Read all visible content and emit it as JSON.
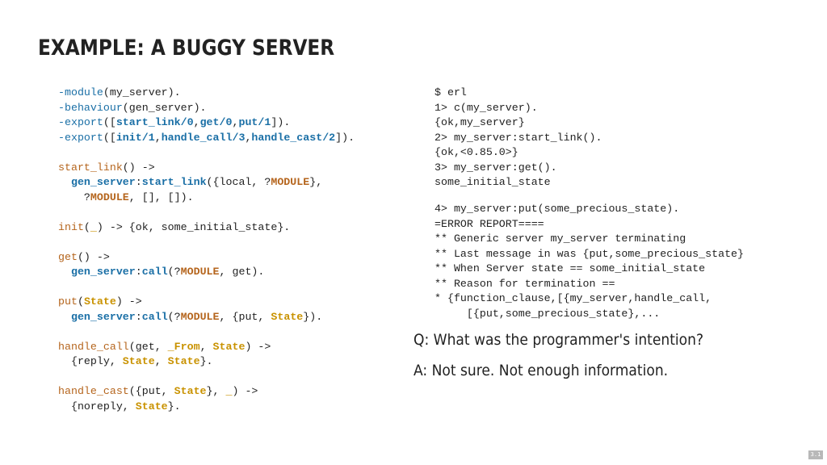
{
  "slide": {
    "title": "EXAMPLE: A BUGGY SERVER",
    "page_number": "3.1"
  },
  "code_left": [
    [
      {
        "t": "-module",
        "c": "attr"
      },
      {
        "t": "(my_server)."
      }
    ],
    [
      {
        "t": "-behaviour",
        "c": "attr"
      },
      {
        "t": "(gen_server)."
      }
    ],
    [
      {
        "t": "-export",
        "c": "attr"
      },
      {
        "t": "(["
      },
      {
        "t": "start_link/0",
        "c": "atomb"
      },
      {
        "t": ","
      },
      {
        "t": "get/0",
        "c": "atomb"
      },
      {
        "t": ","
      },
      {
        "t": "put/1",
        "c": "atomb"
      },
      {
        "t": "])."
      }
    ],
    [
      {
        "t": "-export",
        "c": "attr"
      },
      {
        "t": "(["
      },
      {
        "t": "init/1",
        "c": "atomb"
      },
      {
        "t": ","
      },
      {
        "t": "handle_call/3",
        "c": "atomb"
      },
      {
        "t": ","
      },
      {
        "t": "handle_cast/2",
        "c": "atomb"
      },
      {
        "t": "])."
      }
    ],
    [],
    [
      {
        "t": "start_link",
        "c": "fn"
      },
      {
        "t": "() ->"
      }
    ],
    [
      {
        "t": "  "
      },
      {
        "t": "gen_server",
        "c": "call"
      },
      {
        "t": ":"
      },
      {
        "t": "start_link",
        "c": "call"
      },
      {
        "t": "({local, ?"
      },
      {
        "t": "MODULE",
        "c": "macro"
      },
      {
        "t": "},"
      }
    ],
    [
      {
        "t": "    ?"
      },
      {
        "t": "MODULE",
        "c": "macro"
      },
      {
        "t": ", [], [])."
      }
    ],
    [],
    [
      {
        "t": "init",
        "c": "fn"
      },
      {
        "t": "("
      },
      {
        "t": "_",
        "c": "var"
      },
      {
        "t": ") -> {ok, some_initial_state}."
      }
    ],
    [],
    [
      {
        "t": "get",
        "c": "fn"
      },
      {
        "t": "() ->"
      }
    ],
    [
      {
        "t": "  "
      },
      {
        "t": "gen_server",
        "c": "call"
      },
      {
        "t": ":"
      },
      {
        "t": "call",
        "c": "call"
      },
      {
        "t": "(?"
      },
      {
        "t": "MODULE",
        "c": "macro"
      },
      {
        "t": ", get)."
      }
    ],
    [],
    [
      {
        "t": "put",
        "c": "fn"
      },
      {
        "t": "("
      },
      {
        "t": "State",
        "c": "var"
      },
      {
        "t": ") ->"
      }
    ],
    [
      {
        "t": "  "
      },
      {
        "t": "gen_server",
        "c": "call"
      },
      {
        "t": ":"
      },
      {
        "t": "call",
        "c": "call"
      },
      {
        "t": "(?"
      },
      {
        "t": "MODULE",
        "c": "macro"
      },
      {
        "t": ", {put, "
      },
      {
        "t": "State",
        "c": "var"
      },
      {
        "t": "})."
      }
    ],
    [],
    [
      {
        "t": "handle_call",
        "c": "fn"
      },
      {
        "t": "(get, "
      },
      {
        "t": "_From",
        "c": "var"
      },
      {
        "t": ", "
      },
      {
        "t": "State",
        "c": "var"
      },
      {
        "t": ") ->"
      }
    ],
    [
      {
        "t": "  {reply, "
      },
      {
        "t": "State",
        "c": "var"
      },
      {
        "t": ", "
      },
      {
        "t": "State",
        "c": "var"
      },
      {
        "t": "}."
      }
    ],
    [],
    [
      {
        "t": "handle_cast",
        "c": "fn"
      },
      {
        "t": "({put, "
      },
      {
        "t": "State",
        "c": "var"
      },
      {
        "t": "}, "
      },
      {
        "t": "_",
        "c": "var"
      },
      {
        "t": ") ->"
      }
    ],
    [
      {
        "t": "  {noreply, "
      },
      {
        "t": "State",
        "c": "var"
      },
      {
        "t": "}."
      }
    ]
  ],
  "shell_session": [
    "$ erl",
    "1> c(my_server).",
    "{ok,my_server}",
    "2> my_server:start_link().",
    "{ok,<0.85.0>}",
    "3> my_server:get().",
    "some_initial_state"
  ],
  "crash_report": [
    "4> my_server:put(some_precious_state).",
    "=ERROR REPORT====",
    "** Generic server my_server terminating",
    "** Last message in was {put,some_precious_state}",
    "** When Server state == some_initial_state",
    "** Reason for termination ==",
    "* {function_clause,[{my_server,handle_call,",
    "     [{put,some_precious_state},..."
  ],
  "question": "Q: What was the programmer's intention?",
  "answer": "A: Not sure. Not enough information."
}
